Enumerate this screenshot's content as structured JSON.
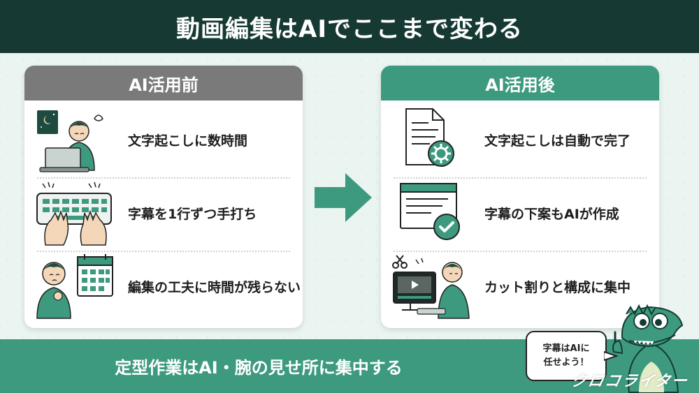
{
  "header": {
    "title": "動画編集はAIでここまで変わる"
  },
  "before": {
    "heading": "AI活用前",
    "items": [
      {
        "icon": "stressed-person-night-laptop-icon",
        "label": "文字起こしに数時間"
      },
      {
        "icon": "typing-keyboard-hands-icon",
        "label": "字幕を1行ずつ手打ち"
      },
      {
        "icon": "worried-person-calendar-icon",
        "label": "編集の工夫に時間が残らない"
      }
    ]
  },
  "after": {
    "heading": "AI活用後",
    "items": [
      {
        "icon": "document-gear-icon",
        "label": "文字起こしは自動で完了"
      },
      {
        "icon": "document-checkmark-icon",
        "label": "字幕の下案もAIが作成"
      },
      {
        "icon": "person-editing-video-icon",
        "label": "カット割りと構成に集中"
      }
    ]
  },
  "footer": {
    "text": "定型作業はAI・腕の見せ所に集中する"
  },
  "mascot": {
    "speech_line1": "字幕はAIに",
    "speech_line2": "任せよう！",
    "name": "クロコライター"
  },
  "colors": {
    "header_bg": "#163a33",
    "accent_green": "#3d9a7f",
    "before_gray": "#7a7a7a",
    "page_bg": "#eaf4f1"
  }
}
